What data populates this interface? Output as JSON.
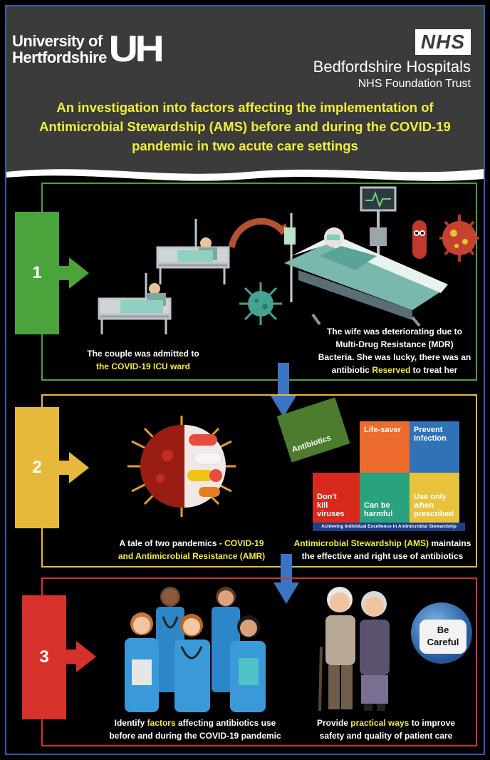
{
  "header": {
    "university_line1": "University of",
    "university_line2": "Hertfordshire",
    "university_mark": "UH",
    "nhs_badge": "NHS",
    "nhs_org": "Bedfordshire Hospitals",
    "nhs_sub": "NHS Foundation Trust",
    "title_line1": "An investigation into factors affecting the implementation of",
    "title_line2": "Antimicrobial Stewardship (AMS) before and during the COVID-19",
    "title_line3": "pandemic in two acute care settings"
  },
  "section1": {
    "number": "1",
    "left_caption_line1": "The couple was admitted to",
    "left_caption_hl": "the COVID-19 ICU ward",
    "right_caption_line1": "The wife was deteriorating due to",
    "right_caption_line2": "Multi-Drug Resistance (MDR)",
    "right_caption_line3": "Bacteria. She was lucky, there was an",
    "right_caption_line4a": "antibiotic ",
    "right_caption_hl": "Reserved",
    "right_caption_line4b": " to treat her"
  },
  "section2": {
    "number": "2",
    "left_caption_a": "A tale of two pandemics - ",
    "left_caption_hl1": "COVID-19",
    "left_caption_hl2": "and Antimicrobial Resistance (AMR)",
    "right_caption_hl": "Antimicrobial Stewardship (AMS)",
    "right_caption_a": " maintains",
    "right_caption_b": "the effective and right use of antibiotics",
    "puzzle": {
      "antibiotics": "Antibiotics",
      "life_saver": "Life-saver",
      "prevent_infection_1": "Prevent",
      "prevent_infection_2": "Infection",
      "dont_kill_1": "Don't",
      "dont_kill_2": "kill viruses",
      "harmful_1": "Can be",
      "harmful_2": "harmful",
      "use_only_1": "Use only",
      "use_only_2": "when",
      "use_only_3": "prescribed",
      "banner": "Achieving Individual Excellence in Antimicrobial Stewardship"
    }
  },
  "section3": {
    "number": "3",
    "left_caption_a": "Identify ",
    "left_caption_hl": "factors",
    "left_caption_b": " affecting antibiotics use",
    "left_caption_c": "before and during the COVID-19 pandemic",
    "right_caption_a": "Provide ",
    "right_caption_hl": "practical ways",
    "right_caption_b": " to improve",
    "right_caption_c": "safety and quality of patient care",
    "globe_text_1": "Be",
    "globe_text_2": "Careful"
  },
  "colors": {
    "green": "#4aa33b",
    "yellow": "#e6b93a",
    "red": "#d7312b",
    "highlight": "#f2ee3a",
    "blue_arrow": "#3a74c5"
  }
}
